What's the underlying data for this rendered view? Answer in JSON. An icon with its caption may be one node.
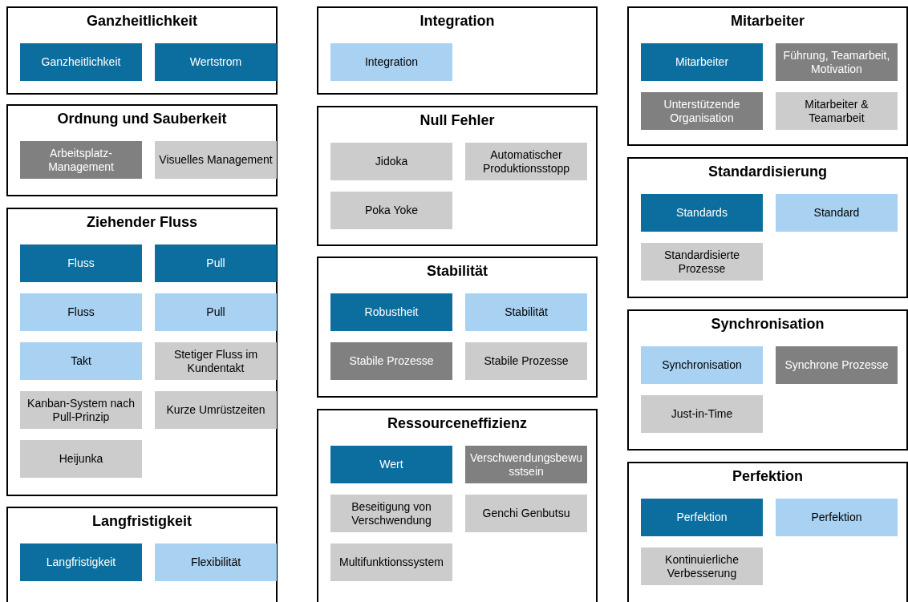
{
  "diagram": {
    "nodes": [
      {
        "text": [
          "Ganzheitlichkeit"
        ]
      },
      {
        "text": [
          "Ganzheitlichkeit"
        ],
        "in": 0
      },
      {
        "text": [
          "Wertstrom"
        ],
        "in": 0
      },
      {
        "text": [
          "Ordnung und Sauberkeit"
        ]
      },
      {
        "text": [
          "Arbeitsplatz-Management"
        ],
        "in": 3
      },
      {
        "text": [
          "Visuelles Management"
        ],
        "in": 3
      },
      {
        "text": [
          "Ziehender Fluss"
        ]
      },
      {
        "text": [
          "Fluss"
        ],
        "in": 6
      },
      {
        "text": [
          "Pull"
        ],
        "in": 6
      },
      {
        "text": [
          "Fluss"
        ],
        "in": 6
      },
      {
        "text": [
          "Pull"
        ],
        "in": 6
      },
      {
        "text": [
          "Takt"
        ],
        "in": 6
      },
      {
        "text": [
          "Stetiger Fluss im Kundentakt"
        ],
        "in": 6
      },
      {
        "text": [
          "Kanban-System nach Pull-Prinzip"
        ],
        "in": 6
      },
      {
        "text": [
          "Kurze Umrüstzeiten"
        ],
        "in": 6
      },
      {
        "text": [
          "Heijunka"
        ],
        "in": 6
      },
      {
        "text": [
          "Langfristigkeit"
        ]
      },
      {
        "text": [
          "Langfristigkeit"
        ],
        "in": 16
      },
      {
        "text": [
          "Flexibilität"
        ],
        "in": 16
      },
      {
        "text": [
          "Integration"
        ]
      },
      {
        "text": [
          "Integration"
        ],
        "in": 19
      },
      {
        "text": [
          "Null Fehler"
        ]
      },
      {
        "text": [
          "Jidoka"
        ],
        "in": 21
      },
      {
        "text": [
          "Automatischer Produktionsstopp"
        ],
        "in": 21
      },
      {
        "text": [
          "Poka Yoke"
        ],
        "in": 21
      },
      {
        "text": [
          "Stabilität"
        ]
      },
      {
        "text": [
          "Robustheit"
        ],
        "in": 25
      },
      {
        "text": [
          "Stabilität"
        ],
        "in": 25
      },
      {
        "text": [
          "Stabile Prozesse"
        ],
        "in": 25
      },
      {
        "text": [
          "Stabile Prozesse"
        ],
        "in": 25
      },
      {
        "text": [
          "Ressourceneffizienz"
        ]
      },
      {
        "text": [
          "Wert"
        ],
        "in": 30
      },
      {
        "text": [
          "Verschwendungsbewusstsein"
        ],
        "in": 30
      },
      {
        "text": [
          "Beseitigung von Verschwendung"
        ],
        "in": 30
      },
      {
        "text": [
          "Genchi Genbutsu"
        ],
        "in": 30
      },
      {
        "text": [
          "Multifunktionssystem"
        ],
        "in": 30
      },
      {
        "text": [
          "Mitarbeiter"
        ]
      },
      {
        "text": [
          "Mitarbeiter"
        ],
        "in": 36
      },
      {
        "text": [
          "Führung, Teamarbeit, Motivation"
        ],
        "in": 36
      },
      {
        "text": [
          "Unterstützende Organisation"
        ],
        "in": 36
      },
      {
        "text": [
          "Mitarbeiter & Teamarbeit"
        ],
        "in": 36
      },
      {
        "text": [
          "Standardisierung"
        ]
      },
      {
        "text": [
          "Standards"
        ],
        "in": 41
      },
      {
        "text": [
          "Standard"
        ],
        "in": 41
      },
      {
        "text": [
          "Standardisierte Prozesse"
        ],
        "in": 41
      },
      {
        "text": [
          "Synchronisation"
        ]
      },
      {
        "text": [
          "Synchronisation"
        ],
        "in": 45
      },
      {
        "text": [
          "Synchrone Prozesse"
        ],
        "in": 45
      },
      {
        "text": [
          "Just-in-Time"
        ],
        "in": 45
      },
      {
        "text": [
          "Perfektion"
        ]
      },
      {
        "text": [
          "Perfektion"
        ],
        "in": 49
      },
      {
        "text": [
          "Perfektion"
        ],
        "in": 49
      },
      {
        "text": [
          "Kontinuierliche Verbesserung"
        ],
        "in": 49
      }
    ]
  }
}
